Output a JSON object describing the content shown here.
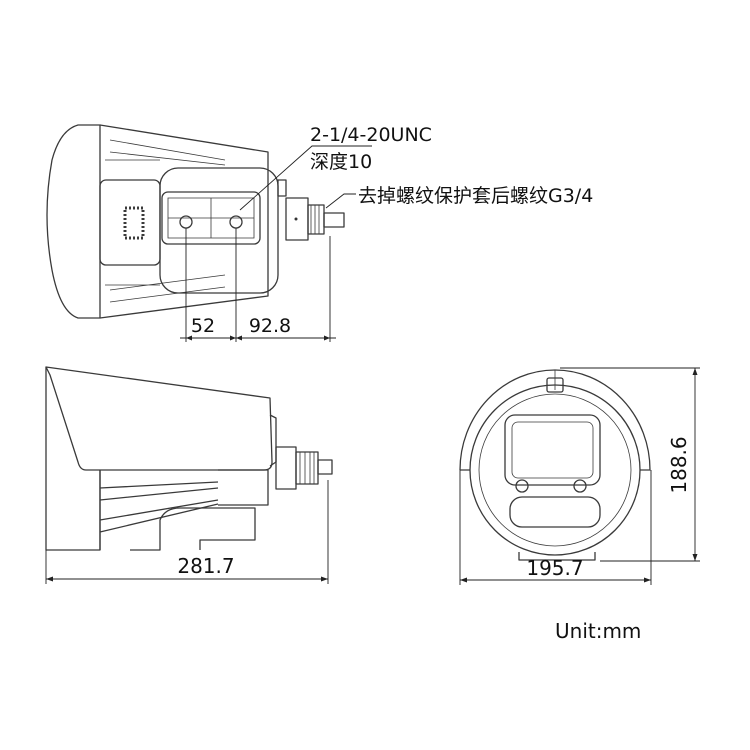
{
  "annotations": {
    "thread_spec": "2-1/4-20UNC",
    "thread_depth": "深度10",
    "rear_thread_note": "去掉螺纹保护套后螺纹G3/4"
  },
  "dimensions": {
    "hole_offset": "52",
    "hole_to_rear": "92.8",
    "total_length": "281.7",
    "width": "195.7",
    "height": "188.6"
  },
  "unit_label": "Unit:mm",
  "colors": {
    "line": "#3a3a3a",
    "text": "#111111"
  }
}
